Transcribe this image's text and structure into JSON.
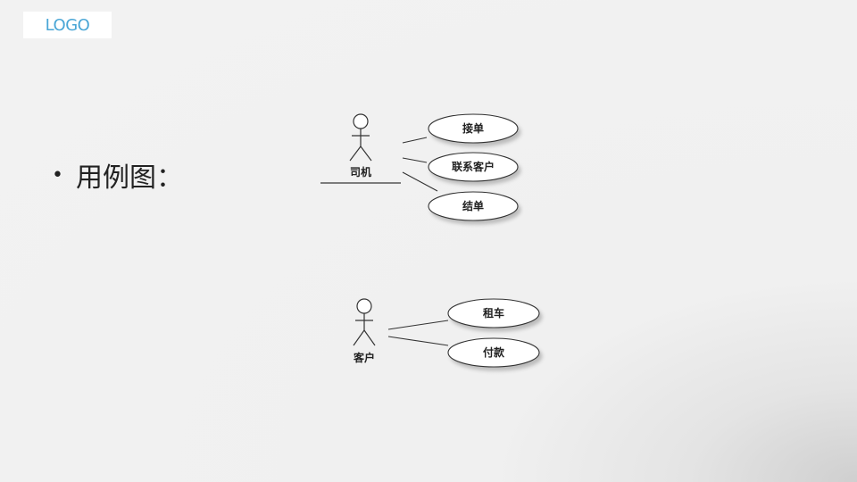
{
  "logo": {
    "text": "LOGO"
  },
  "slide": {
    "bullet": "•",
    "heading": "用例图："
  },
  "diagrams": {
    "driver": {
      "actor": "司机",
      "use_cases": [
        "接单",
        "联系客户",
        "结单"
      ]
    },
    "customer": {
      "actor": "客户",
      "use_cases": [
        "租车",
        "付款"
      ]
    }
  },
  "colors": {
    "logo_text": "#4aa6d6",
    "line": "#333333",
    "ellipse_fill": "#ffffff"
  }
}
